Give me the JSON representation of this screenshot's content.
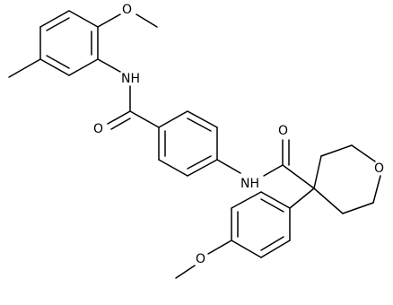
{
  "molecule": {
    "atoms": {
      "o_methoxy_top": "O",
      "nh_top": "NH",
      "o_carbonyl_left": "O",
      "o_carbonyl_right": "O",
      "nh_mid": "NH",
      "o_ring": "O",
      "o_methoxy_bottom": "O"
    }
  }
}
